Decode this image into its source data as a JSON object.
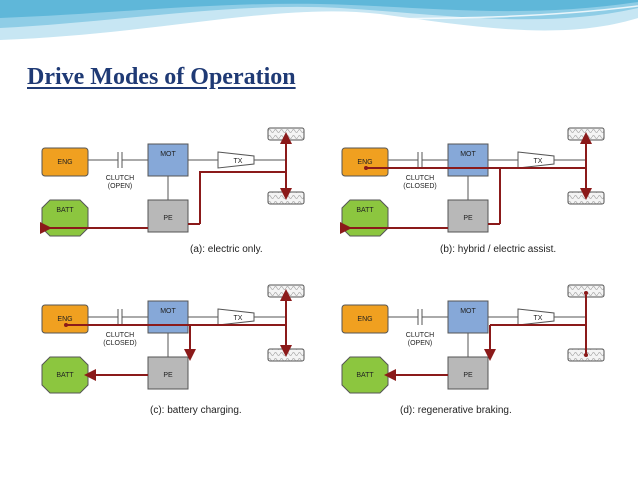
{
  "slide": {
    "title": "Drive Modes of Operation"
  },
  "labels": {
    "engine": "ENG",
    "motor": "MOT",
    "transmission": "TX",
    "battery": "BATT",
    "power_electronics": "PE",
    "clutch": "CLUTCH"
  },
  "panels": [
    {
      "caption": "(a): electric only.",
      "clutch_state": "(OPEN)"
    },
    {
      "caption": "(b): hybrid / electric assist.",
      "clutch_state": "(CLOSED)"
    },
    {
      "caption": "(c): battery charging.",
      "clutch_state": "(CLOSED)"
    },
    {
      "caption": "(d): regenerative braking.",
      "clutch_state": "(OPEN)"
    }
  ],
  "colors": {
    "title": "#1f3a75",
    "engine": "#f0a020",
    "motor": "#86a8d8",
    "battery": "#8cc63f",
    "power_electronics": "#b8b8b8",
    "flow": "#8b1a1a",
    "banner": "#5fb7d9"
  }
}
